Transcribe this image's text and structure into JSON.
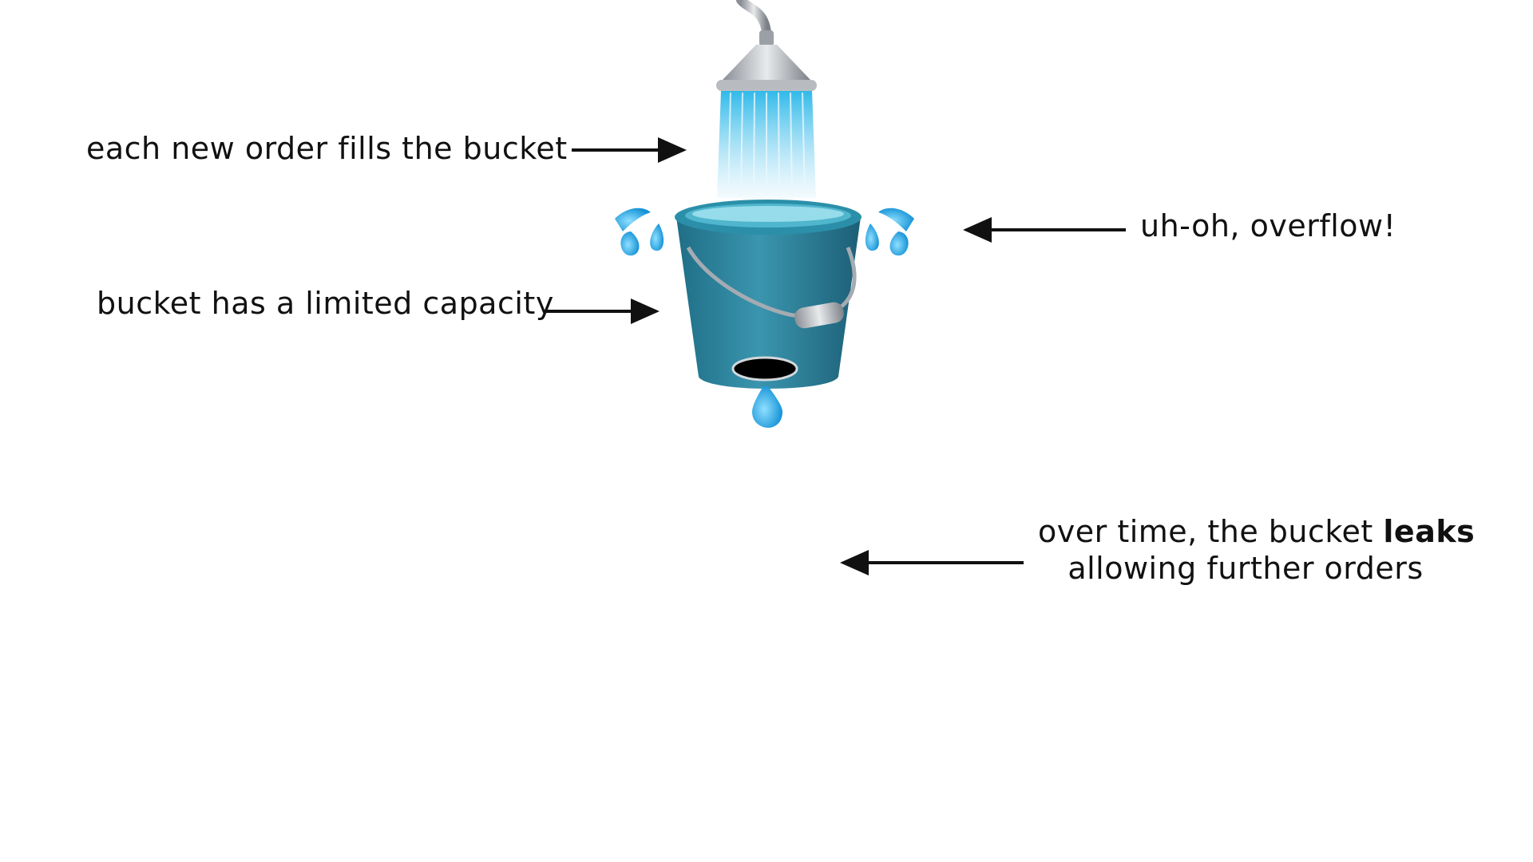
{
  "annotations": {
    "fill": {
      "text": "each new order fills the bucket"
    },
    "capacity": {
      "text": "bucket has a limited capacity"
    },
    "overflow": {
      "text": "uh-oh, overflow!"
    },
    "leak": {
      "line1_before": "over time, the bucket ",
      "line1_emphasis": "leaks",
      "line2": "allowing further orders"
    }
  },
  "icons": {
    "shower": "shower-head-icon",
    "bucket": "bucket-icon",
    "splash": "water-splash-icon",
    "drop": "water-drop-icon"
  },
  "colors": {
    "text": "#111111",
    "arrow": "#111111",
    "bucket": "#2e7f9a",
    "water": "#1fa3e0"
  }
}
